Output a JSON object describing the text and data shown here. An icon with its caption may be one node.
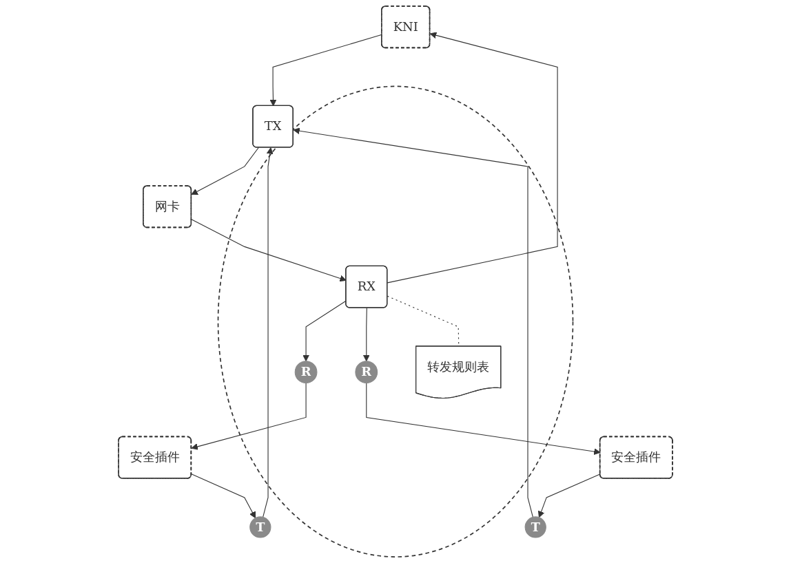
{
  "diagram": {
    "nodes": [
      {
        "text": [],
        "shape": "circle"
      },
      {
        "text": [
          "KNI"
        ]
      },
      {
        "text": [
          "TX"
        ],
        "in": 0
      },
      {
        "text": [
          "安全插件"
        ]
      },
      {
        "text": [
          "R"
        ],
        "in": 0
      },
      {
        "text": [
          "T"
        ],
        "in": 0
      },
      {
        "text": [
          "RX"
        ],
        "in": 0
      },
      {
        "text": [
          "R"
        ],
        "in": 0
      },
      {
        "text": [
          "T"
        ],
        "in": 0
      },
      {
        "text": [
          "转发规则表"
        ],
        "in": 0
      },
      {
        "text": [
          "网卡"
        ]
      },
      {
        "text": [
          "安全插件"
        ]
      }
    ],
    "edges": [
      {
        "from": 1,
        "to": 2,
        "arrow": "to"
      },
      {
        "from": 6,
        "to": 1,
        "arrow": "to"
      },
      {
        "from": 2,
        "to": 10,
        "arrow": "to"
      },
      {
        "from": 10,
        "to": 6,
        "arrow": "to"
      },
      {
        "from": 6,
        "to": 4,
        "arrow": "to"
      },
      {
        "from": 4,
        "to": 3,
        "arrow": "to"
      },
      {
        "from": 3,
        "to": 5,
        "arrow": "to"
      },
      {
        "from": 5,
        "to": 2,
        "arrow": "to"
      },
      {
        "from": 6,
        "to": 7,
        "arrow": "to"
      },
      {
        "from": 7,
        "to": 11,
        "arrow": "to"
      },
      {
        "from": 11,
        "to": 8,
        "arrow": "to"
      },
      {
        "from": 8,
        "to": 2,
        "arrow": "to"
      },
      {
        "from": 6,
        "to": 9,
        "arrow": "none",
        "style": "dashed"
      }
    ]
  }
}
